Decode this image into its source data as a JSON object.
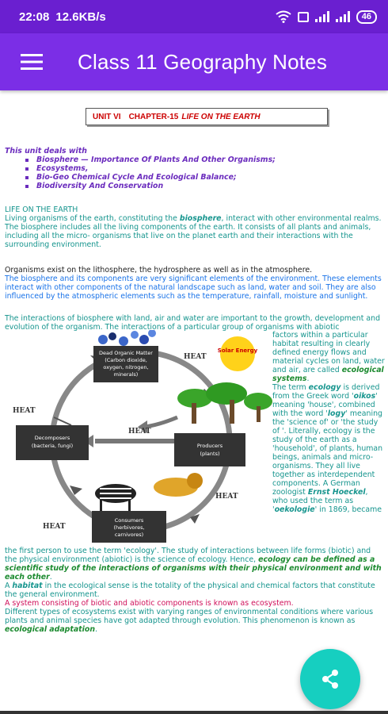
{
  "status": {
    "time": "22:08",
    "rate": "12.6KB/s",
    "battery": "46"
  },
  "appbar": {
    "title": "Class 11 Geography Notes"
  },
  "unit_box": {
    "unit": "UNIT   VI",
    "chapter": "CHAPTER-15",
    "chapter_title": "LIFE ON THE EARTH"
  },
  "intro": {
    "heading": "This unit deals with",
    "items": [
      "Biosphere — Importance Of Plants And Other Organisms;",
      "Ecosystems,",
      "Bio-Geo Chemical Cycle And Ecological Balance;",
      "Biodiversity And Conservation"
    ]
  },
  "section1": {
    "heading": "LIFE ON THE EARTH",
    "p1_a": "Living organisms of the earth, constituting the ",
    "p1_b": "biosphere",
    "p1_c": ", interact with other environmental realms. The biosphere includes all the living components of the earth. It consists of all plants and animals, including all the micro- organisms that live on the planet earth and their interactions with the surrounding environment."
  },
  "section2": {
    "p1": "Organisms exist on the lithosphere, the hydrosphere as well as in the atmosphere.",
    "p2": "The biosphere and its components are very significant elements of the environment. These elements interact with other components of the natural landscape such as land, water and soil. They are also influenced by the atmospheric elements such as the temperature, rainfall, moisture and sunlight."
  },
  "section3": {
    "p1": "The interactions of biosphere with land, air and water are important to the growth, development and evolution of the organism. The interactions of a particular group of organisms with abiotic",
    "side_a": "factors within a particular habitat resulting in clearly defined energy flows and material cycles on land, water and air, are called ",
    "side_b": "ecological systems",
    "side_c": ".",
    "side2_a": "The term ",
    "side2_b": "ecology",
    "side2_c": " is derived from the Greek word '",
    "side2_d": "oikos",
    "side2_e": "' meaning 'house', combined with the word '",
    "side2_f": "logy",
    "side2_g": "' meaning the 'science of' or 'the study of '. Literally, ecology is the study of the earth as a 'household', of plants, human beings, animals and micro-organisms. They all live together as interdependent components. A German zoologist ",
    "side2_h": "Ernst Hoeckel",
    "side2_i": ", who used the term as '",
    "side2_j": "oekologie",
    "side2_k": "' in 1869, became"
  },
  "tail": {
    "t1": "the first person to use the term 'ecology'. The study of interactions between life forms (biotic) and the physical environment (abiotic) is the science of ecology. Hence, ",
    "t1_b": "ecology can be defined as a scientific study of the interactions of organisms with their physical environment and with each other",
    "t1_c": ".",
    "t2_a": "A ",
    "t2_b": "habitat",
    "t2_c": " in the ecological sense is  the totality of the physical and chemical factors that constitute the general environment.",
    "t3": "A system consisting of biotic and abiotic components is known as ecosystem.",
    "t4": "Different types of ecosystems exist with varying ranges of environmental conditions where various plants and animal species have got adapted through evolution. This phenomenon is known as ",
    "t4_b": "ecological adaptation",
    "t4_c": "."
  },
  "diagram": {
    "heat": "HEAT",
    "solar": "Solar Energy",
    "top_box": [
      "Dead Organic Matter",
      "(Carbon dioxide,",
      "oxygen, nitrogen,",
      "minerals)"
    ],
    "left_box": [
      "Decomposers",
      "(bacteria, fungi)"
    ],
    "right_box": [
      "Producers",
      "(plants)"
    ],
    "bottom_box": [
      "Consumers",
      "(herbivores,",
      "carnivores)"
    ]
  },
  "colors": {
    "statusbar": "#6a1fd0",
    "appbar": "#7b2ee6",
    "fab": "#16cfc0",
    "teal_text": "#16958e",
    "blue_text": "#1a73e8",
    "purple_text": "#6a2bbd"
  }
}
